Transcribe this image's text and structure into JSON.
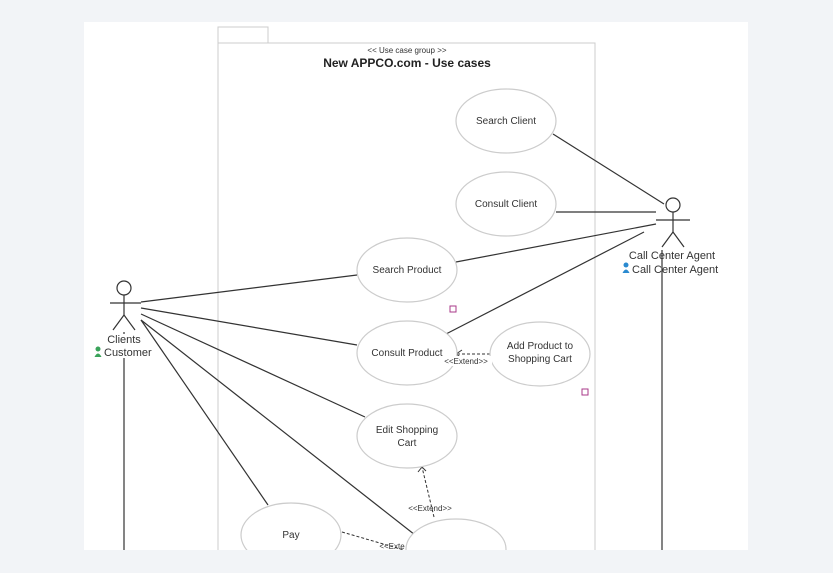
{
  "package": {
    "stereotype": "<< Use case group >>",
    "title": "New APPCO.com - Use cases"
  },
  "actors": {
    "clients": {
      "name": "Clients",
      "role": "Customer"
    },
    "agent": {
      "name": "Call Center Agent",
      "role": "Call Center Agent"
    }
  },
  "use_cases": {
    "search_client": "Search Client",
    "consult_client": "Consult Client",
    "search_product": "Search Product",
    "consult_product": "Consult Product",
    "add_to_cart_line1": "Add Product to",
    "add_to_cart_line2": "Shopping Cart",
    "edit_cart_line1": "Edit Shopping",
    "edit_cart_line2": "Cart",
    "pay": "Pay"
  },
  "relations": {
    "extend_add": "<<Extend>>",
    "extend_edit": "<<Extend>>",
    "extend_pay": "<<Exte"
  },
  "colors": {
    "role_icon_customer": "#3aa35a",
    "role_icon_agent": "#2a8ad0",
    "note_marker": "#a83a8a"
  }
}
